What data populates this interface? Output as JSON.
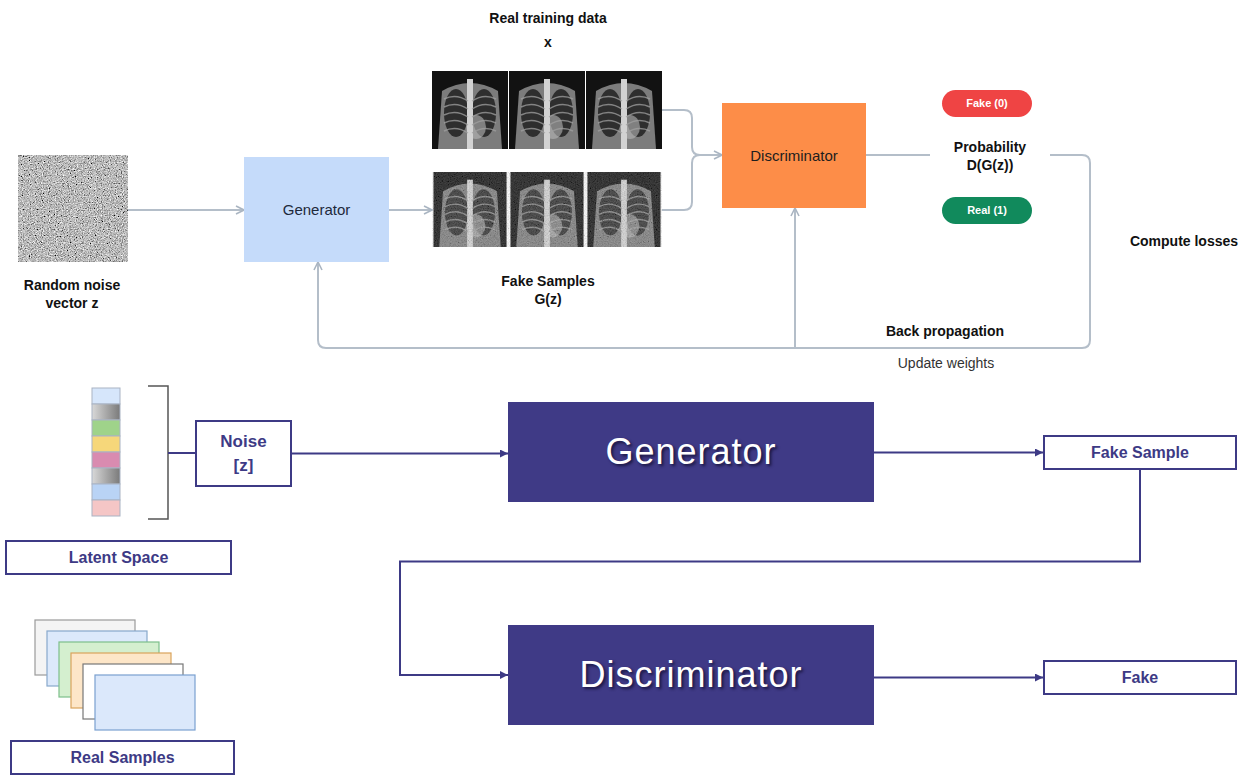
{
  "diagram": {
    "nodes": [
      {
        "text": [
          "Generator"
        ]
      },
      {
        "text": [
          "Discriminator"
        ]
      },
      {
        "text": [
          "Fake (0)"
        ]
      },
      {
        "text": [
          "Real (1)"
        ]
      },
      {
        "text": [
          "Noise [z]"
        ]
      },
      {
        "text": [
          "Generator"
        ]
      },
      {
        "text": [
          "Fake Sample"
        ]
      },
      {
        "text": [
          "Latent Space"
        ]
      },
      {
        "text": [
          "Discriminator"
        ]
      },
      {
        "text": [
          "Fake"
        ]
      },
      {
        "text": [
          "Real Samples"
        ]
      }
    ],
    "edges": [
      {
        "from": 4,
        "to": 5,
        "arrow": "to"
      },
      {
        "from": 5,
        "to": 6,
        "arrow": "to"
      },
      {
        "from": 6,
        "to": 8,
        "arrow": "to"
      },
      {
        "from": 8,
        "to": 9,
        "arrow": "to"
      }
    ],
    "labels": [
      "Real training data x",
      "Random noise vector z",
      "Fake Samples G(z)",
      "Probability D(G(z))",
      "Compute losses",
      "Back propagation",
      "Update weights"
    ]
  }
}
